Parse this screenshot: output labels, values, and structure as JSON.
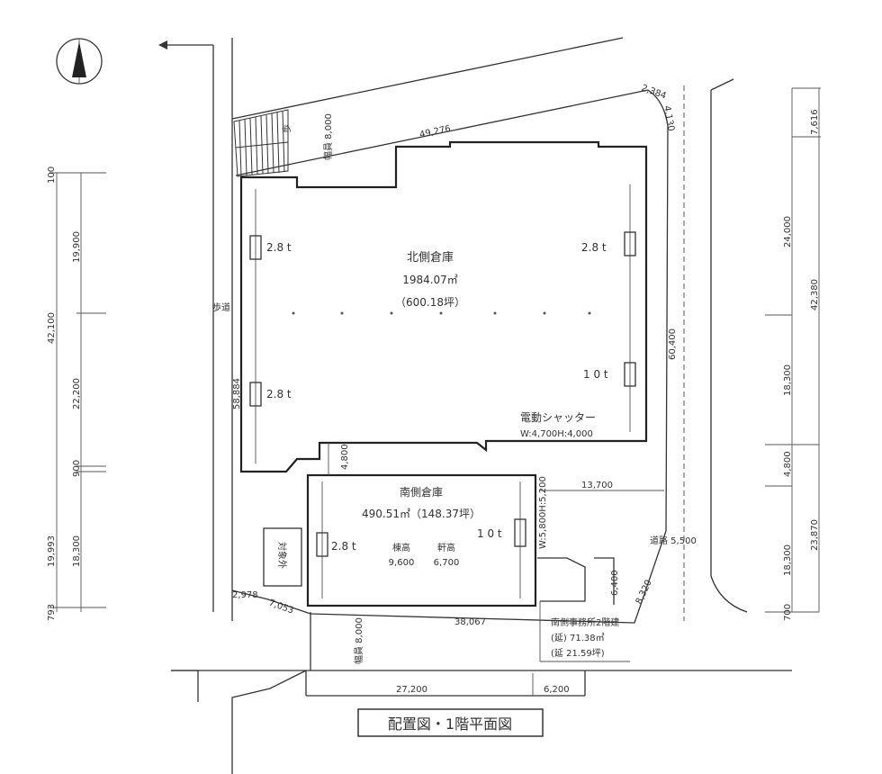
{
  "title": "配置図・1階平面図",
  "north_warehouse": {
    "name": "北側倉庫",
    "area_m2": "1984.07㎡",
    "area_tsubo": "（600.18坪）"
  },
  "south_warehouse": {
    "name": "南側倉庫",
    "area": "490.51㎡（148.37坪）",
    "ridge_label": "棟高",
    "ridge_value": "9,600",
    "eave_label": "軒高",
    "eave_value": "6,700"
  },
  "office": {
    "name": "南側事務所2階建",
    "area_m2": "(延) 71.38㎡",
    "area_tsubo": "(延 21.59坪)"
  },
  "cranes": {
    "n_left_top": "2.8 t",
    "n_right_top": "2.8 t",
    "n_left_bottom": "2.8 t",
    "n_right_bottom": "1 0 t",
    "s_left": "2.8 t",
    "s_right": "1 0 t"
  },
  "shutter": {
    "label": "電動シャッター",
    "size": "W:4,700H:4,000"
  },
  "shutter_south": "W:5,800H:5,200",
  "excluded": "対象外",
  "sidewalk": "歩道",
  "road": "道路 5,500",
  "road_width_top": "幅員 8,000",
  "road_width_bottom": "幅員 8,000",
  "sidewalk_top": "歩",
  "dims": {
    "north_boundary": "49,276",
    "corner": "2,384",
    "corner2": "4,130",
    "west": "58,884",
    "east": "60,400",
    "gap": "4,800",
    "east_gap": "13,700",
    "office_h": "6,400",
    "diag_se": "8,320",
    "south": "38,067",
    "sw1": "2,978",
    "sw2": "7,053",
    "bottom_left": "27,200",
    "bottom_right": "6,200"
  },
  "left_dims": [
    "100",
    "19,900",
    "42,100",
    "22,200",
    "900",
    "19,993",
    "18,300",
    "793"
  ],
  "right_dims": [
    "7,616",
    "24,000",
    "42,380",
    "18,300",
    "4,800",
    "18,300",
    "23,870",
    "700"
  ]
}
